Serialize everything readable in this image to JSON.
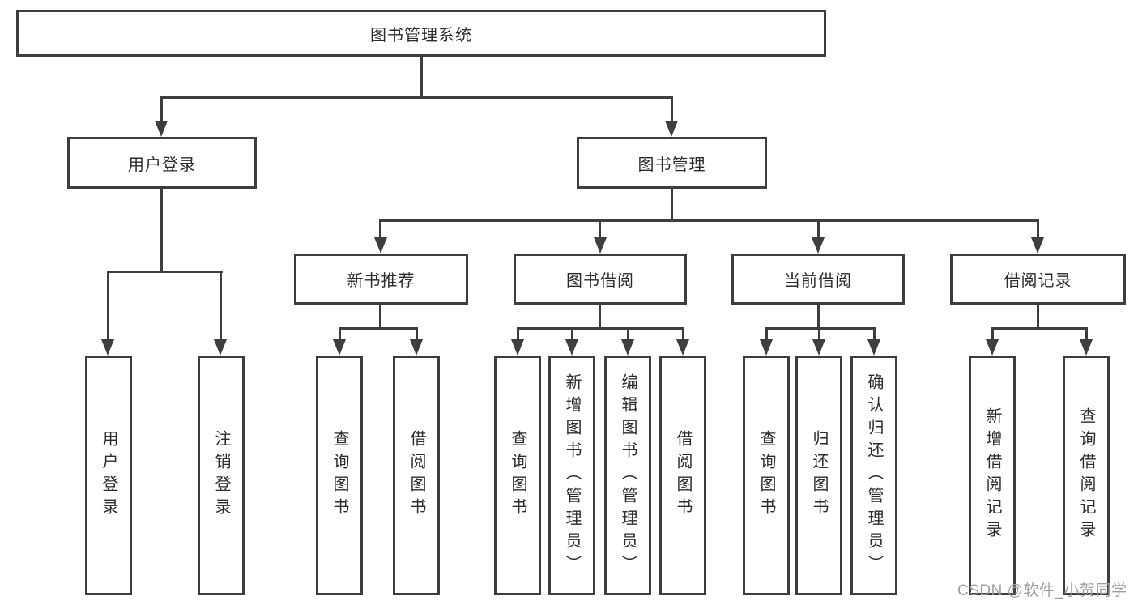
{
  "diagram": {
    "type": "tree",
    "root": {
      "label": "图书管理系统"
    },
    "level2": [
      {
        "label": "用户登录",
        "parent": "图书管理系统"
      },
      {
        "label": "图书管理",
        "parent": "图书管理系统"
      }
    ],
    "level3": [
      {
        "label": "新书推荐",
        "parent": "图书管理"
      },
      {
        "label": "图书借阅",
        "parent": "图书管理"
      },
      {
        "label": "当前借阅",
        "parent": "图书管理"
      },
      {
        "label": "借阅记录",
        "parent": "图书管理"
      }
    ],
    "leaves": [
      {
        "label": "用户登录",
        "parent": "用户登录"
      },
      {
        "label": "注销登录",
        "parent": "用户登录"
      },
      {
        "label": "查询图书",
        "parent": "新书推荐"
      },
      {
        "label": "借阅图书",
        "parent": "新书推荐"
      },
      {
        "label": "查询图书",
        "parent": "图书借阅"
      },
      {
        "label": "新增图书（管理员）",
        "parent": "图书借阅"
      },
      {
        "label": "编辑图书（管理员）",
        "parent": "图书借阅"
      },
      {
        "label": "借阅图书",
        "parent": "图书借阅"
      },
      {
        "label": "查询图书",
        "parent": "当前借阅"
      },
      {
        "label": "归还图书",
        "parent": "当前借阅"
      },
      {
        "label": "确认归还（管理员）",
        "parent": "当前借阅"
      },
      {
        "label": "新增借阅记录",
        "parent": "借阅记录"
      },
      {
        "label": "查询借阅记录",
        "parent": "借阅记录"
      }
    ],
    "watermark": "CSDN @软件_小贺同学",
    "colors": {
      "line": "#3e3e3e",
      "text": "#2d2d2d",
      "watermark": "#9e9e9e",
      "background": "#ffffff"
    }
  }
}
